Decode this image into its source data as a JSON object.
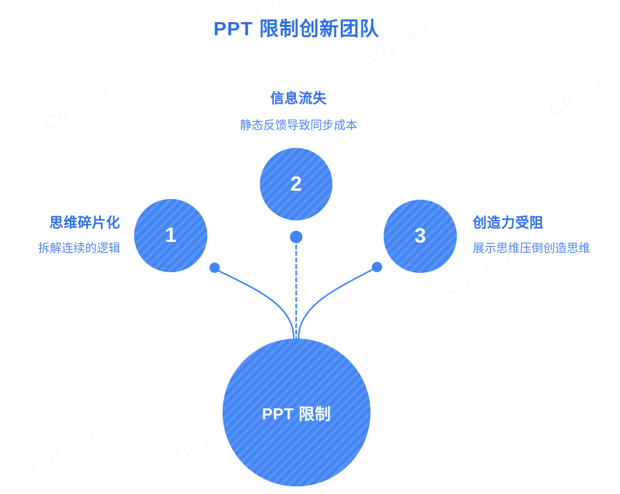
{
  "title": "PPT 限制创新团队",
  "nodes": [
    {
      "number": "1",
      "heading": "思维碎片化",
      "subtitle": "拆解连续的逻辑"
    },
    {
      "number": "2",
      "heading": "信息流失",
      "subtitle": "静态反馈导致同步成本"
    },
    {
      "number": "3",
      "heading": "创造力受阻",
      "subtitle": "展示思维压倒创造思维"
    }
  ],
  "center": {
    "label": "PPT 限制"
  },
  "watermark": {
    "text": "C01-lair"
  },
  "colors": {
    "primary": "#4285F4",
    "heading": "#2E6FE8",
    "subtitle": "#4E86EE",
    "stripe": "rgba(255,255,255,0.12)",
    "line": "#4285F4",
    "number_text": "#FFFFFF"
  }
}
